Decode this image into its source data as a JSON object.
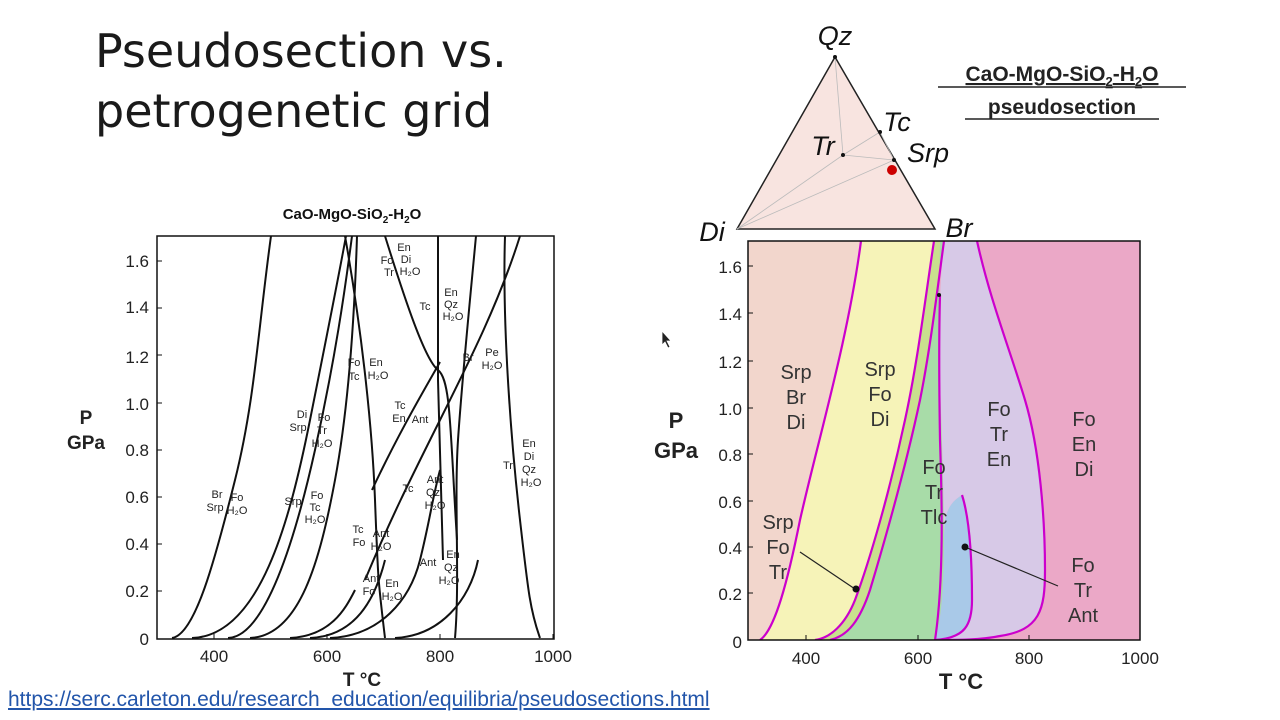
{
  "slide": {
    "title_line1": "Pseudosection vs.",
    "title_line2": "petrogenetic grid",
    "url": "https://serc.carleton.edu/research_education/equilibria/pseudosections.html"
  },
  "colors": {
    "field_srp_br_di": "#f2d6cc",
    "field_srp_fo_di": "#f6f3b8",
    "field_srp_fo_tr": "#c9e08e",
    "field_fo_tr_tlc": "#a8dca8",
    "field_fo_tr_ant": "#a9c9e8",
    "field_fo_tr_en": "#d7c9e7",
    "field_fo_en_di": "#eba8c7",
    "boundary": "#cc00cc",
    "ternary_fill": "#f8e4e0",
    "bulk_composition_dot": "#cc0000"
  },
  "grid": {
    "title_chem": "CaO-MgO-SiO",
    "title_sub1": "2",
    "title_h": "-H",
    "title_sub2": "2",
    "title_o": "O",
    "ylabel_1": "P",
    "ylabel_2": "GPa",
    "xlabel": "T °C",
    "yticks": [
      "1.6",
      "1.4",
      "1.2",
      "1.0",
      "0.8",
      "0.6",
      "0.4",
      "0.2",
      "0"
    ],
    "xticks": [
      "400",
      "600",
      "800",
      "1000"
    ],
    "labels": [
      {
        "id": "a",
        "lines": [
          "En",
          "Di",
          "H₂O"
        ]
      },
      {
        "id": "b",
        "lines": [
          "Fo",
          "Tr"
        ]
      },
      {
        "id": "c",
        "lines": [
          "En",
          "Qz",
          "H₂O"
        ]
      },
      {
        "id": "d",
        "lines": [
          "Tc"
        ]
      },
      {
        "id": "e",
        "lines": [
          "Fo",
          "Tc"
        ]
      },
      {
        "id": "f",
        "lines": [
          "En",
          "H₂O"
        ]
      },
      {
        "id": "g",
        "lines": [
          "Br"
        ]
      },
      {
        "id": "h",
        "lines": [
          "Pe",
          "H₂O"
        ]
      },
      {
        "id": "i",
        "lines": [
          "Di",
          "Srp"
        ]
      },
      {
        "id": "j",
        "lines": [
          "Fo",
          "Tr",
          "H₂O"
        ]
      },
      {
        "id": "k",
        "lines": [
          "Tc",
          "En"
        ]
      },
      {
        "id": "l",
        "lines": [
          "Ant"
        ]
      },
      {
        "id": "m",
        "lines": [
          "En",
          "Di",
          "Qz",
          "H₂O"
        ]
      },
      {
        "id": "n",
        "lines": [
          "Tr"
        ]
      },
      {
        "id": "o",
        "lines": [
          "Br",
          "Srp"
        ]
      },
      {
        "id": "p",
        "lines": [
          "Fo",
          "H₂O"
        ]
      },
      {
        "id": "q",
        "lines": [
          "Srp"
        ]
      },
      {
        "id": "r",
        "lines": [
          "Fo",
          "Tc",
          "H₂O"
        ]
      },
      {
        "id": "s",
        "lines": [
          "Tc"
        ]
      },
      {
        "id": "t",
        "lines": [
          "Ant",
          "Qz",
          "H₂O"
        ]
      },
      {
        "id": "u",
        "lines": [
          "Tc",
          "Fo"
        ]
      },
      {
        "id": "v",
        "lines": [
          "Ant",
          "H₂O"
        ]
      },
      {
        "id": "w",
        "lines": [
          "Ant"
        ]
      },
      {
        "id": "x",
        "lines": [
          "En",
          "Qz",
          "H₂O"
        ]
      },
      {
        "id": "y",
        "lines": [
          "Ant",
          "Fo"
        ]
      },
      {
        "id": "z",
        "lines": [
          "En",
          "H₂O"
        ]
      }
    ]
  },
  "pseudosection": {
    "title_line1_a": "CaO-MgO-SiO",
    "title_line1_sub1": "2",
    "title_line1_b": "-H",
    "title_line1_sub2": "2",
    "title_line1_c": "O",
    "title_line2": "pseudosection",
    "ylabel_1": "P",
    "ylabel_2": "GPa",
    "xlabel": "T °C",
    "yticks": [
      "1.6",
      "1.4",
      "1.2",
      "1.0",
      "0.8",
      "0.6",
      "0.4",
      "0.2",
      "0"
    ],
    "xticks": [
      "400",
      "600",
      "800",
      "1000"
    ],
    "fields": [
      {
        "id": "srp_br_di",
        "lines": [
          "Srp",
          "Br",
          "Di"
        ]
      },
      {
        "id": "srp_fo_di",
        "lines": [
          "Srp",
          "Fo",
          "Di"
        ]
      },
      {
        "id": "fo_tr_tlc",
        "lines": [
          "Fo",
          "Tr",
          "Tlc"
        ]
      },
      {
        "id": "fo_tr_en",
        "lines": [
          "Fo",
          "Tr",
          "En"
        ]
      },
      {
        "id": "fo_en_di",
        "lines": [
          "Fo",
          "En",
          "Di"
        ]
      },
      {
        "id": "srp_fo_tr",
        "lines": [
          "Srp",
          "Fo",
          "Tr"
        ]
      },
      {
        "id": "fo_tr_ant",
        "lines": [
          "Fo",
          "Tr",
          "Ant"
        ]
      }
    ]
  },
  "ternary": {
    "apex_top": "Qz",
    "apex_left": "Di",
    "apex_right": "Br",
    "point_tc": "Tc",
    "point_tr": "Tr",
    "point_srp": "Srp"
  }
}
